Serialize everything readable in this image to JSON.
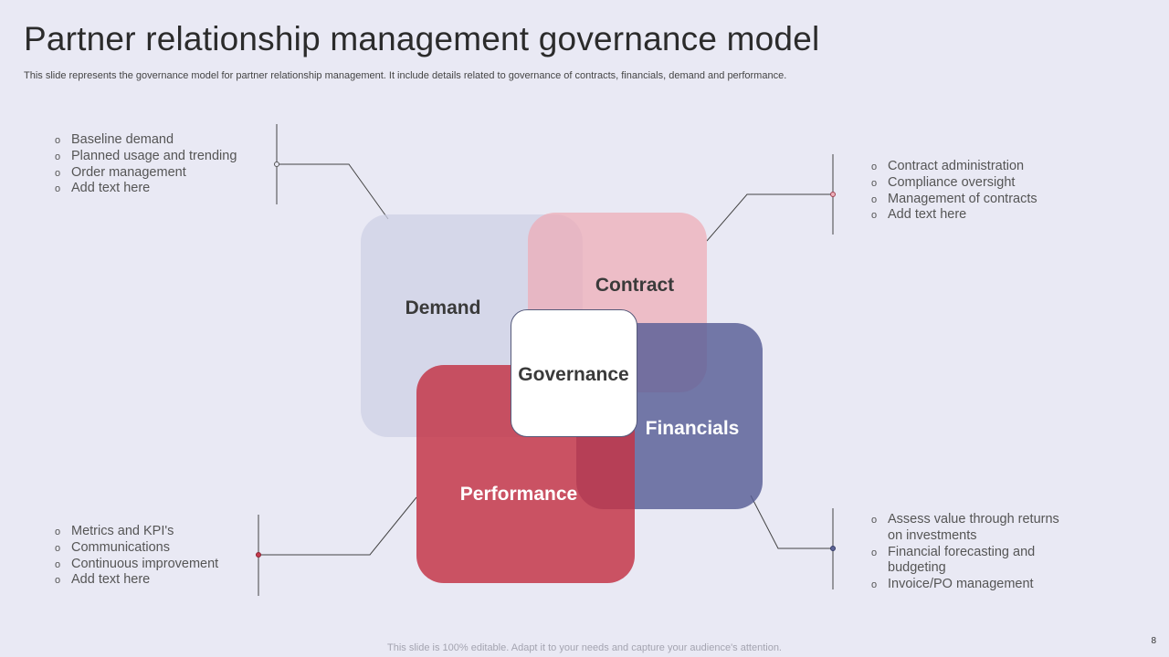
{
  "slide": {
    "title": "Partner relationship management governance model",
    "subtitle": "This slide represents the governance model for partner relationship management. It include details related to governance of contracts, financials, demand and performance.",
    "footer": "This slide is 100% editable. Adapt it to your needs and capture your audience's attention.",
    "page_number": "8"
  },
  "diagram": {
    "center": "Governance",
    "quadrants": {
      "demand": {
        "label": "Demand",
        "color": "#cfd1e6",
        "bullets": [
          "Baseline demand",
          "Planned usage and trending",
          "Order management",
          "Add text here"
        ]
      },
      "contract": {
        "label": "Contract",
        "color": "#eeb0ba",
        "bullets": [
          "Contract administration",
          "Compliance oversight",
          "Management of contracts",
          "Add text here"
        ]
      },
      "financials": {
        "label": "Financials",
        "color": "#5d6396",
        "bullets": [
          "Assess value through returns on investments",
          "Financial forecasting and budgeting",
          "Invoice/PO management"
        ]
      },
      "performance": {
        "label": "Performance",
        "color": "#c53a4c",
        "bullets": [
          "Metrics and KPI's",
          "Communications",
          "Continuous improvement",
          "Add text here"
        ]
      }
    }
  }
}
